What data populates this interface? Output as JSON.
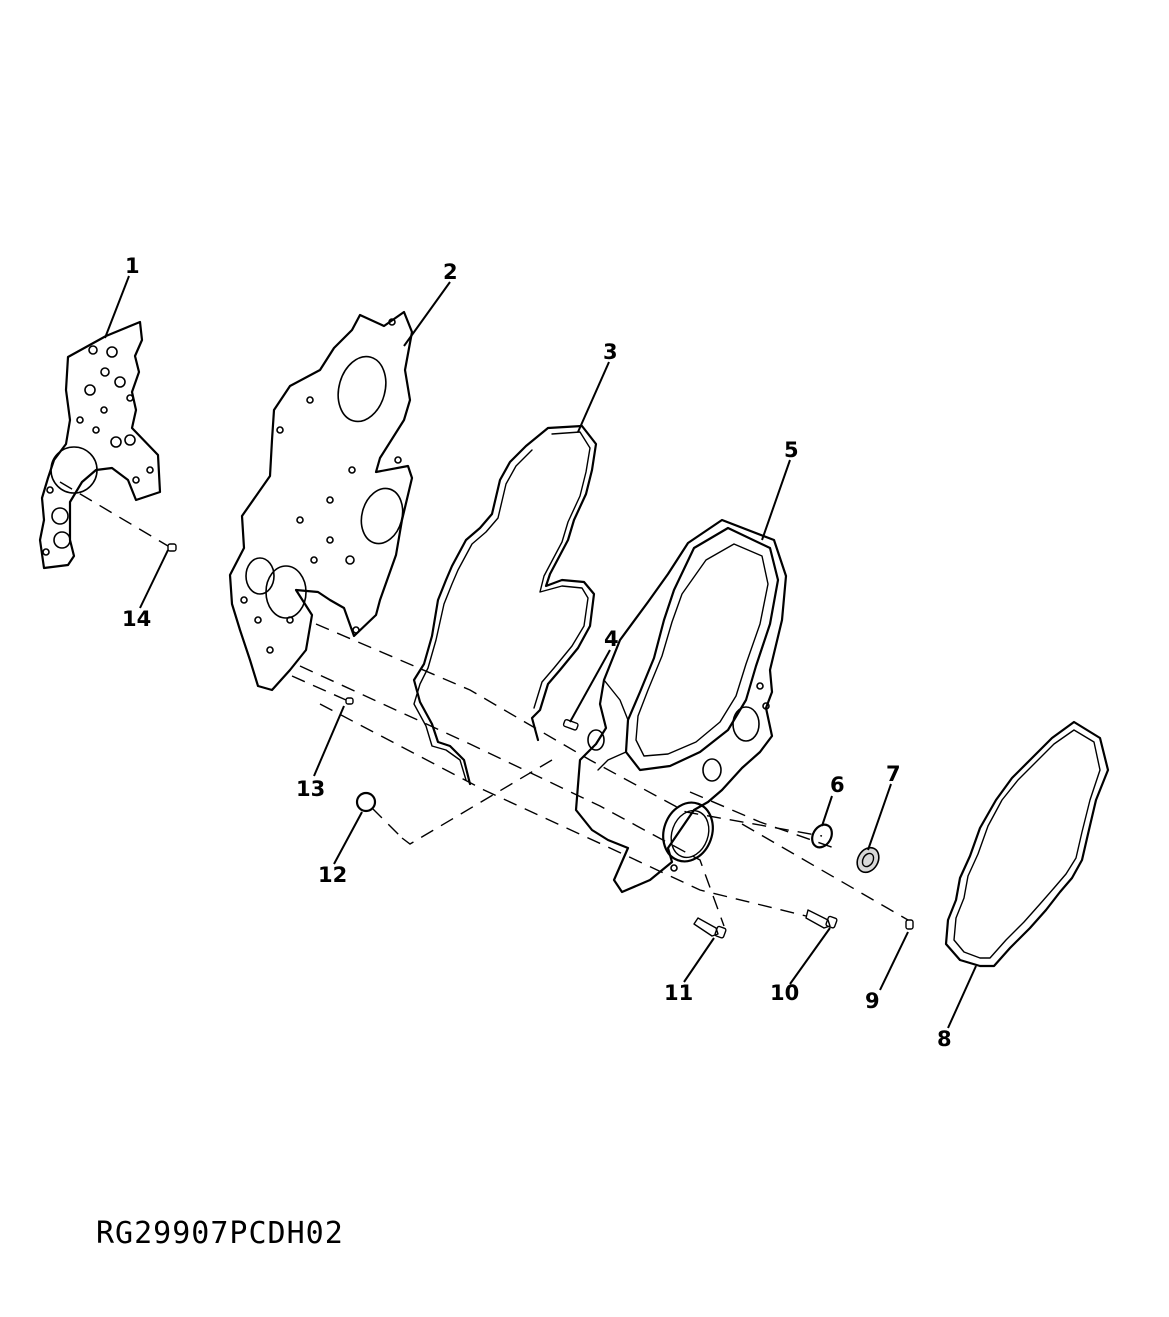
{
  "figure_id": "RG29907PCDH02",
  "callouts": {
    "c1": "1",
    "c2": "2",
    "c3": "3",
    "c4": "4",
    "c5": "5",
    "c6": "6",
    "c7": "7",
    "c8": "8",
    "c9": "9",
    "c10": "10",
    "c11": "11",
    "c12": "12",
    "c13": "13",
    "c14": "14"
  }
}
